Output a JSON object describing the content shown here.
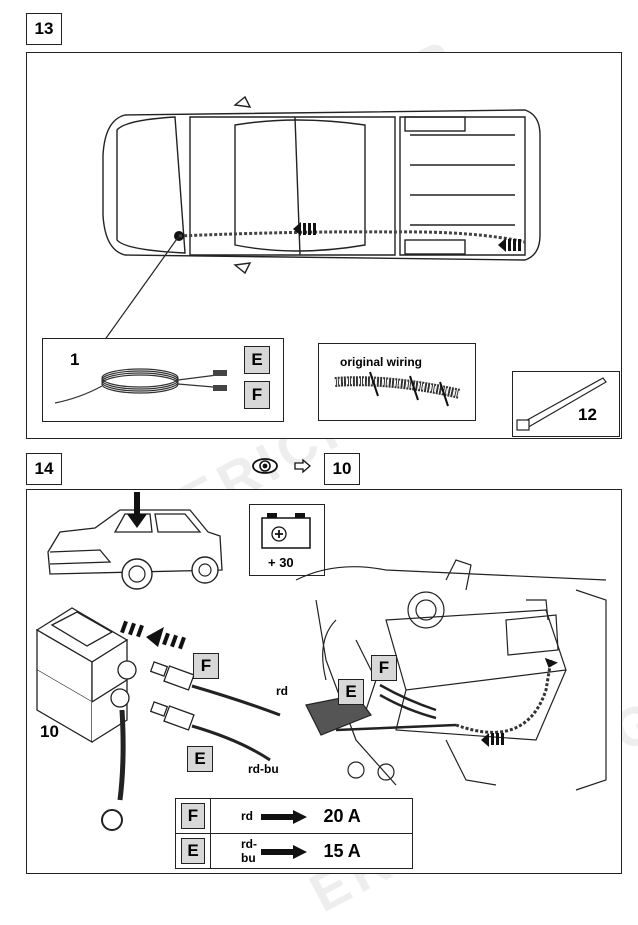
{
  "watermark": "ERICH JAEGER",
  "step13": {
    "number": "13",
    "callout_1": "1",
    "connector_E": "E",
    "connector_F": "F",
    "original_wiring": "original wiring",
    "part_12": "12"
  },
  "step14": {
    "number": "14",
    "ref_step": "10",
    "battery_label": "+ 30",
    "part_10": "10",
    "connector_F": "F",
    "connector_E": "E",
    "wire_rd": "rd",
    "wire_rdbu": "rd-bu",
    "engine_F": "F",
    "engine_E": "E",
    "fuse_table": [
      {
        "connector": "F",
        "wire": "rd",
        "fuse": "20 A"
      },
      {
        "connector": "E",
        "wire": "rd-bu",
        "fuse": "15 A"
      }
    ]
  }
}
